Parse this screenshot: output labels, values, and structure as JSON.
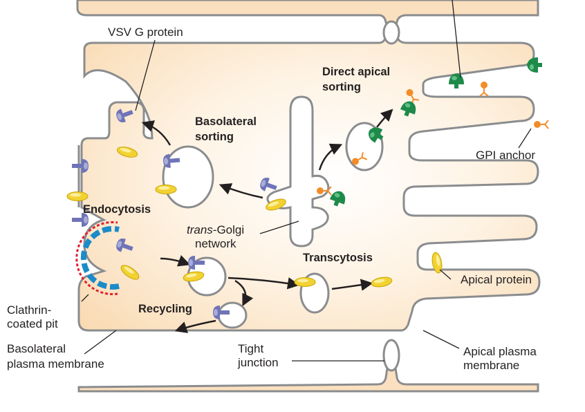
{
  "labels": {
    "vsvg": "VSV G protein",
    "direct_apical_1": "Direct apical",
    "direct_apical_2": "sorting",
    "basolateral_sorting_1": "Basolateral",
    "basolateral_sorting_2": "sorting",
    "gpi_anchor": "GPI anchor",
    "endocytosis": "Endocytosis",
    "trans_italic": "trans",
    "golgi_rest": "-Golgi",
    "network": "network",
    "transcytosis": "Transcytosis",
    "apical_protein": "Apical protein",
    "clathrin_1": "Clathrin-",
    "clathrin_2": "coated pit",
    "recycling": "Recycling",
    "basolateral_pm_1": "Basolateral",
    "basolateral_pm_2": "plasma membrane",
    "tight_junction_1": "Tight",
    "tight_junction_2": "junction",
    "apical_pm_1": "Apical plasma",
    "apical_pm_2": "membrane"
  },
  "colors": {
    "cytoplasm": "#fbe0bf",
    "membrane": "#8a8c8e",
    "vsvg_protein": "#6f74b8",
    "apical_protein": "#f2d233",
    "gpi_protein": "#f28c28",
    "green_protein": "#1e8a4a",
    "clathrin_blue": "#1b8bc9",
    "clathrin_red": "#e0202e",
    "arrow": "#231f20"
  }
}
